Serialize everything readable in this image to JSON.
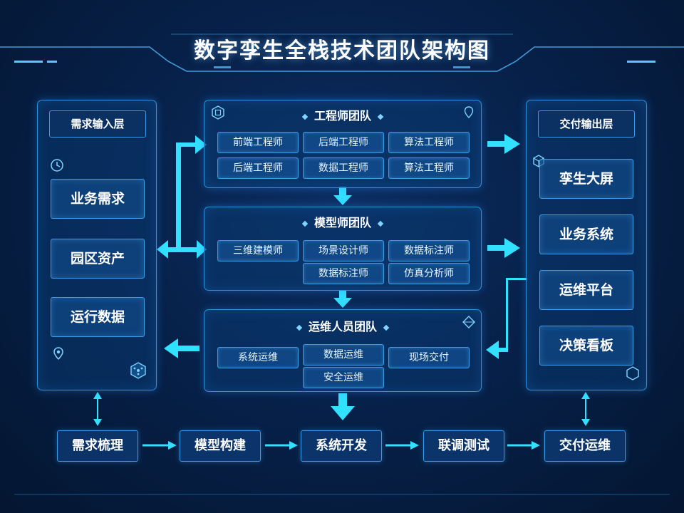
{
  "title": "数字孪生全栈技术团队架构图",
  "colors": {
    "background": "#07214a",
    "border": "#2f8fd8",
    "arrow": "#32e0ff",
    "text": "#ffffff"
  },
  "input_layer": {
    "title": "需求输入层",
    "items": [
      "业务需求",
      "园区资产",
      "运行数据"
    ]
  },
  "output_layer": {
    "title": "交付输出层",
    "items": [
      "孪生大屏",
      "业务系统",
      "运维平台",
      "决策看板"
    ]
  },
  "teams": [
    {
      "title": "工程师团队",
      "roles": [
        "前端工程师",
        "后端工程师",
        "算法工程师",
        "后端工程师",
        "数据工程师",
        "算法工程师"
      ]
    },
    {
      "title": "模型师团队",
      "roles": [
        "三维建模师",
        "场景设计师",
        "数据标注师",
        "数据标注师",
        "仿真分析师"
      ]
    },
    {
      "title": "运维人员团队",
      "roles": [
        "系统运维",
        "数据运维",
        "现场交付",
        "安全运维"
      ]
    }
  ],
  "workflow": [
    "需求梳理",
    "模型构建",
    "系统开发",
    "联调测试",
    "交付运维"
  ],
  "icons": [
    "hexagon-chip-icon",
    "location-pin-icon",
    "diamond-icon",
    "clock-icon",
    "map-pin-icon",
    "hexagon-network-icon",
    "cube-icon",
    "hexagon-outline-icon"
  ]
}
